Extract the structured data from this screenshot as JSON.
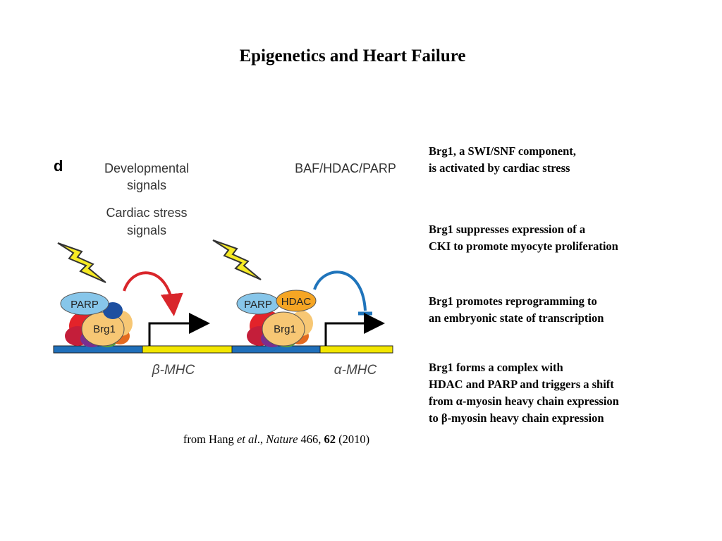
{
  "title": "Epigenetics and Heart Failure",
  "diagram": {
    "panel_letter": "d",
    "signal_left_line1": "Developmental",
    "signal_left_line2": "signals",
    "signal_left_line3": "Cardiac stress",
    "signal_left_line4": "signals",
    "complex_header": "BAF/HDAC/PARP",
    "left_complex": {
      "parp": "PARP",
      "brg1": "Brg1"
    },
    "right_complex": {
      "parp": "PARP",
      "hdac": "HDAC",
      "brg1": "Brg1"
    },
    "gene_left": "β-MHC",
    "gene_right": "α-MHC",
    "colors": {
      "dna_blue": "#1f6fba",
      "gene_yellow": "#f2e600",
      "activation_arrow": "#d9262b",
      "repression_arrow": "#1f74bb",
      "lightning": "#f6ea24",
      "parp": "#87c6ea",
      "hdac": "#f5a524",
      "brg1": "#f7c774"
    }
  },
  "notes": [
    {
      "line1": "Brg1, a SWI/SNF component,",
      "line2": "is activated by cardiac stress"
    },
    {
      "line1": "Brg1 suppresses expression of a",
      "line2": "CKI to promote myocyte proliferation"
    },
    {
      "line1": "Brg1 promotes reprogramming to",
      "line2": "an embryonic state of transcription"
    },
    {
      "line1": "Brg1 forms a complex with",
      "line2": "HDAC and PARP and triggers a shift",
      "line3": "from α-myosin heavy chain expression",
      "line4": "to β-myosin heavy chain expression"
    }
  ],
  "citation": {
    "prefix": "from Hang ",
    "etal": "et al",
    "sep1": "., ",
    "journal": "Nature",
    "volume": " 466, ",
    "page": "62",
    "year": " (2010)"
  }
}
